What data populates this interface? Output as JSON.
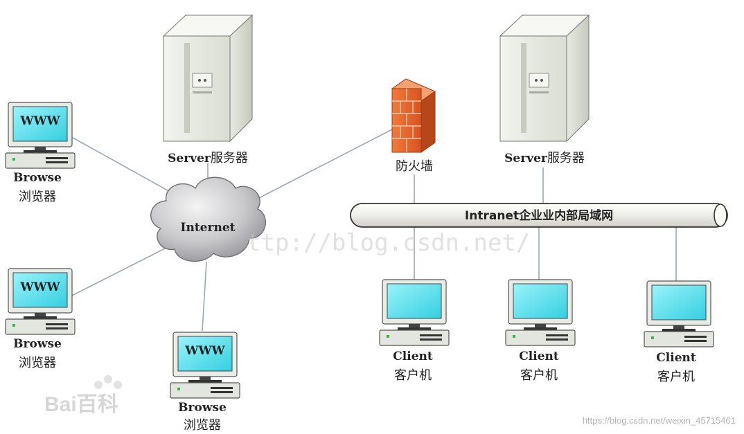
{
  "diagram": {
    "internet_label": "Internet",
    "firewall_label": "防火墙",
    "intranet_label": "Intranet企业业内部局域网",
    "servers": [
      {
        "en": "Server",
        "cn": "服务器"
      },
      {
        "en": "Server",
        "cn": "服务器"
      }
    ],
    "browsers": [
      {
        "screen": "WWW",
        "en": "Browse",
        "cn": "浏览器"
      },
      {
        "screen": "WWW",
        "en": "Browse",
        "cn": "浏览器"
      },
      {
        "screen": "WWW",
        "en": "Browse",
        "cn": "浏览器"
      }
    ],
    "clients": [
      {
        "en": "Client",
        "cn": "客户机"
      },
      {
        "en": "Client",
        "cn": "客户机"
      },
      {
        "en": "Client",
        "cn": "客户机"
      }
    ]
  },
  "watermarks": {
    "center": "ttp://blog.csdn.net/",
    "baidu": "Bai百科",
    "bottom_right": "https://blog.csdn.net/weixin_45715461"
  },
  "colors": {
    "screen": "#5fe3ef",
    "firewall": "#e8622a",
    "pipe": "#f4f4f0",
    "line": "#9aa7b8"
  }
}
